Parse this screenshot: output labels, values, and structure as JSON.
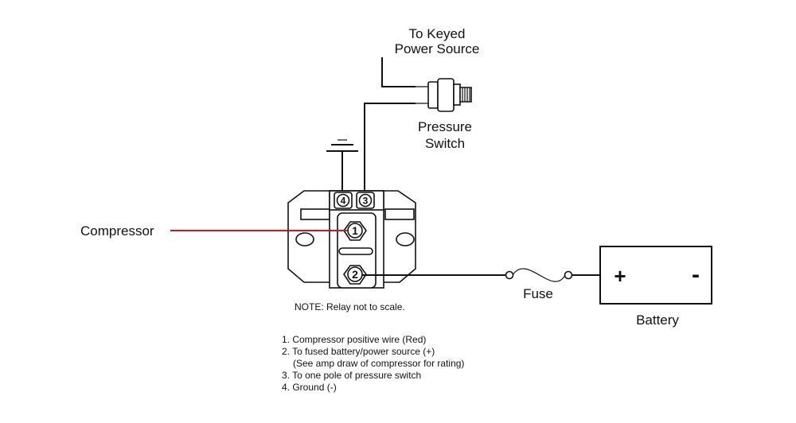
{
  "labels": {
    "keyed_line1": "To Keyed",
    "keyed_line2": "Power Source",
    "pressure_line1": "Pressure",
    "pressure_line2": "Switch",
    "compressor": "Compressor",
    "fuse": "Fuse",
    "battery": "Battery",
    "battery_plus": "+",
    "battery_minus": "-",
    "note": "NOTE: Relay not to scale."
  },
  "terminals": {
    "t1": "1",
    "t2": "2",
    "t3": "3",
    "t4": "4"
  },
  "legend": [
    "1. Compressor positive wire (Red)",
    "2. To fused battery/power source (+)",
    "(See amp draw of compressor for rating)",
    "3. To one pole of pressure switch",
    "4. Ground (-)"
  ],
  "colors": {
    "compressor_wire": "#d0161c",
    "line": "#111111"
  }
}
